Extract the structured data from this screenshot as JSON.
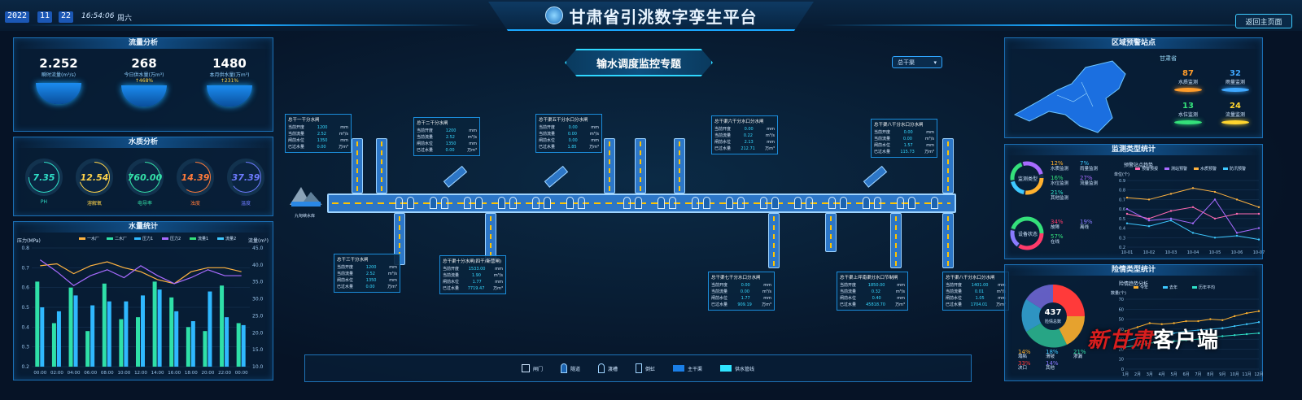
{
  "header": {
    "date": [
      "2022",
      "11",
      "22"
    ],
    "time": "16:54:06",
    "weekday": "周六",
    "title": "甘肃省引洮数字孪生平台",
    "home_btn": "返回主页面"
  },
  "flow": {
    "title": "流量分析",
    "items": [
      {
        "value": "2.252",
        "label": "瞬时流量(m³/s)",
        "pct": ""
      },
      {
        "value": "268",
        "label": "今日供水量(万m³)",
        "pct": "↑468%"
      },
      {
        "value": "1480",
        "label": "本月供水量(万m³)",
        "pct": "↑231%"
      }
    ]
  },
  "water_quality": {
    "title": "水质分析",
    "items": [
      {
        "value": "7.35",
        "label": "PH",
        "color": "#2fe0c8",
        "level": 0.75
      },
      {
        "value": "12.54",
        "label": "溶解氧",
        "color": "#ffd34a",
        "level": 0.7
      },
      {
        "value": "760.00",
        "label": "电导率",
        "color": "#34e0a8",
        "level": 0.8
      },
      {
        "value": "14.39",
        "label": "浊度",
        "color": "#ff7a3a",
        "level": 0.6
      },
      {
        "value": "37.39",
        "label": "温度",
        "color": "#6d7bff",
        "level": 0.65
      }
    ]
  },
  "water_volume": {
    "title": "水量统计",
    "y_left_label": "压力(MPa)",
    "y_right_label": "流量(m³)",
    "legend": [
      "一水厂",
      "二水厂",
      "压力1",
      "压力2",
      "流量1",
      "流量2"
    ]
  },
  "chart_data": [
    {
      "type": "bar",
      "title": "水量统计",
      "categories": [
        "00:00",
        "02:00",
        "04:00",
        "06:00",
        "08:00",
        "10:00",
        "12:00",
        "14:00",
        "16:00",
        "18:00",
        "20:00",
        "22:00",
        "00:00"
      ],
      "ylim": [
        0.2,
        0.8
      ],
      "y2lim": [
        10.0,
        45.0
      ],
      "yticks": [
        0.2,
        0.3,
        0.4,
        0.5,
        0.6,
        0.7,
        0.8
      ],
      "y2ticks": [
        10.0,
        15.0,
        20.0,
        25.0,
        30.0,
        35.0,
        40.0,
        45.0
      ],
      "series": [
        {
          "name": "一水厂",
          "values": [
            0.63,
            0.42,
            0.6,
            0.38,
            0.62,
            0.44,
            0.45,
            0.63,
            0.55,
            0.4,
            0.38,
            0.61,
            0.42
          ]
        },
        {
          "name": "二水厂",
          "values": [
            0.5,
            0.48,
            0.56,
            0.51,
            0.53,
            0.53,
            0.56,
            0.59,
            0.48,
            0.43,
            0.58,
            0.45,
            0.41
          ]
        },
        {
          "name": "压力1",
          "values": [
            0.71,
            0.72,
            0.67,
            0.71,
            0.73,
            0.7,
            0.68,
            0.64,
            0.62,
            0.68,
            0.7,
            0.7,
            0.68
          ]
        },
        {
          "name": "压力2",
          "values": [
            0.74,
            0.68,
            0.61,
            0.66,
            0.69,
            0.65,
            0.71,
            0.66,
            0.62,
            0.65,
            0.69,
            0.66,
            0.66
          ]
        }
      ]
    },
    {
      "type": "line",
      "title": "预警站点趋势",
      "categories": [
        "10-01",
        "10-02",
        "10-03",
        "10-04",
        "10-05",
        "10-06",
        "10-07"
      ],
      "ylim": [
        0.2,
        0.9
      ],
      "yticks": [
        0.2,
        0.3,
        0.4,
        0.5,
        0.6,
        0.7,
        0.8,
        0.9
      ],
      "ylabel": "单位(个)",
      "series": [
        {
          "name": "预警预报",
          "values": [
            0.55,
            0.5,
            0.58,
            0.62,
            0.5,
            0.55,
            0.55
          ]
        },
        {
          "name": "测站预警",
          "values": [
            0.6,
            0.48,
            0.5,
            0.45,
            0.7,
            0.35,
            0.4
          ]
        },
        {
          "name": "水质预警",
          "values": [
            0.72,
            0.7,
            0.76,
            0.82,
            0.78,
            0.7,
            0.62
          ]
        },
        {
          "name": "防汛预警",
          "values": [
            0.45,
            0.42,
            0.48,
            0.35,
            0.3,
            0.32,
            0.28
          ]
        }
      ]
    },
    {
      "type": "line",
      "title": "险情趋势分析",
      "categories": [
        "1月",
        "2月",
        "3月",
        "4月",
        "5月",
        "6月",
        "7月",
        "8月",
        "9月",
        "10月",
        "11月",
        "12月"
      ],
      "ylim": [
        0,
        70
      ],
      "yticks": [
        0,
        10,
        20,
        30,
        40,
        50,
        60,
        70
      ],
      "ylabel": "数量(个)",
      "series": [
        {
          "name": "今年",
          "values": [
            38,
            42,
            46,
            45,
            46,
            48,
            48,
            50,
            49,
            53,
            56,
            58
          ]
        },
        {
          "name": "去年",
          "values": [
            28,
            31,
            34,
            33,
            36,
            38,
            39,
            40,
            41,
            43,
            45,
            47
          ]
        },
        {
          "name": "历年平均",
          "values": [
            22,
            24,
            26,
            27,
            28,
            29,
            30,
            32,
            33,
            34,
            35,
            36
          ]
        }
      ]
    }
  ],
  "center": {
    "topic": "输水调度监控专题",
    "select": "总干渠",
    "legend": [
      "闸门",
      "隧道",
      "渡槽",
      "倒虹",
      "主干渠",
      "供水管线"
    ],
    "reservoir_label": "九甸峡水库",
    "nodes": [
      {
        "name": "总干一干分水闸",
        "rows": [
          [
            "当前开度",
            "1200",
            "mm"
          ],
          [
            "当前流量",
            "2.52",
            "m³/s"
          ],
          [
            "闸前水位",
            "1350",
            "mm"
          ],
          [
            "已过水量",
            "0.00",
            "万m³"
          ]
        ]
      },
      {
        "name": "总干二干分水闸",
        "rows": [
          [
            "当前开度",
            "1200",
            "mm"
          ],
          [
            "当前流量",
            "2.52",
            "m³/s"
          ],
          [
            "闸前水位",
            "1350",
            "mm"
          ],
          [
            "已过水量",
            "0.00",
            "万m³"
          ]
        ]
      },
      {
        "name": "总干渠五干分水口分水闸",
        "rows": [
          [
            "当前开度",
            "0.00",
            "mm"
          ],
          [
            "当前流量",
            "0.00",
            "m³/s"
          ],
          [
            "闸前水位",
            "0.00",
            "mm"
          ],
          [
            "已过水量",
            "1.85",
            "万m³"
          ]
        ]
      },
      {
        "name": "总干渠六干分水口分水闸",
        "rows": [
          [
            "当前开度",
            "0.00",
            "mm"
          ],
          [
            "当前流量",
            "0.22",
            "m³/s"
          ],
          [
            "闸前水位",
            "2.13",
            "mm"
          ],
          [
            "已过水量",
            "212.71",
            "万m³"
          ]
        ]
      },
      {
        "name": "总干渠八干分水口分水闸",
        "rows": [
          [
            "当前开度",
            "0.00",
            "mm"
          ],
          [
            "当前流量",
            "0.00",
            "m³/s"
          ],
          [
            "闸前水位",
            "1.57",
            "mm"
          ],
          [
            "已过水量",
            "115.73",
            "万m³"
          ]
        ]
      },
      {
        "name": "总干三干分水闸",
        "rows": [
          [
            "当前开度",
            "1200",
            "mm"
          ],
          [
            "当前流量",
            "2.52",
            "m³/s"
          ],
          [
            "闸前水位",
            "1350",
            "mm"
          ],
          [
            "已过水量",
            "0.00",
            "万m³"
          ]
        ]
      },
      {
        "name": "总干渠十分水闸(四干/新营闸)",
        "rows": [
          [
            "当前开度",
            "1533.00",
            "mm"
          ],
          [
            "当前流量",
            "1.90",
            "m³/s"
          ],
          [
            "闸前水位",
            "1.77",
            "mm"
          ],
          [
            "已过水量",
            "7719.47",
            "万m³"
          ]
        ]
      },
      {
        "name": "总干渠七干分水口分水闸",
        "rows": [
          [
            "当前开度",
            "0.00",
            "mm"
          ],
          [
            "当前流量",
            "0.00",
            "m³/s"
          ],
          [
            "闸前水位",
            "1.77",
            "mm"
          ],
          [
            "已过水量",
            "909.19",
            "万m³"
          ]
        ]
      },
      {
        "name": "总干渠上坪南渠分水口节制闸",
        "rows": [
          [
            "当前开度",
            "1850.00",
            "mm"
          ],
          [
            "当前流量",
            "0.32",
            "m³/s"
          ],
          [
            "闸前水位",
            "0.40",
            "mm"
          ],
          [
            "已过水量",
            "45818.70",
            "万m³"
          ]
        ]
      },
      {
        "name": "总干渠八干分水口分水闸",
        "rows": [
          [
            "当前开度",
            "1401.00",
            "mm"
          ],
          [
            "当前流量",
            "0.01",
            "m³/s"
          ],
          [
            "闸前水位",
            "1.05",
            "mm"
          ],
          [
            "已过水量",
            "1704.01",
            "万m³"
          ]
        ]
      }
    ]
  },
  "region": {
    "title": "区域预警站点",
    "province": "甘肃省",
    "stats": [
      {
        "value": "87",
        "label": "水质监测",
        "color": "#ff9c2a"
      },
      {
        "value": "32",
        "label": "雨量监测",
        "color": "#3fa8ff"
      },
      {
        "value": "13",
        "label": "水位监测",
        "color": "#34e07a"
      },
      {
        "value": "24",
        "label": "流量监测",
        "color": "#ffd52f"
      }
    ]
  },
  "monitor": {
    "title": "监测类型统计",
    "ring1": "监测类型",
    "ring2": "设备状态",
    "items": [
      {
        "pct": "12%",
        "label": "水质监测"
      },
      {
        "pct": "7%",
        "label": "雨量监测"
      },
      {
        "pct": "16%",
        "label": "水位监测"
      },
      {
        "pct": "27%",
        "label": "流量监测"
      },
      {
        "pct": "21%",
        "label": "其他监测"
      }
    ],
    "status": [
      {
        "pct": "34%",
        "label": "故障"
      },
      {
        "pct": "19%",
        "label": "离线"
      },
      {
        "pct": "57%",
        "label": "在线"
      }
    ],
    "chart_title": "预警站点趋势",
    "legend": [
      "预警预报",
      "测站预警",
      "水质预警",
      "防汛预警"
    ]
  },
  "danger": {
    "title": "险情类型统计",
    "total": "437",
    "total_label": "险情总数",
    "chart_title": "险情趋势分析",
    "legend": [
      "今年",
      "去年",
      "历年平均"
    ],
    "items": [
      {
        "pct": "14%",
        "label": "塌陷",
        "color": "#ffb12e"
      },
      {
        "pct": "18%",
        "label": "滑坡",
        "color": "#3ec8ff"
      },
      {
        "pct": "21%",
        "label": "渗漏",
        "color": "#34e0a8"
      },
      {
        "pct": "33%",
        "label": "决口",
        "color": "#ff3a3a"
      },
      {
        "pct": "14%",
        "label": "其他",
        "color": "#8a7bff"
      }
    ]
  },
  "watermark": {
    "red": "新甘肃",
    "white": "客户端"
  }
}
